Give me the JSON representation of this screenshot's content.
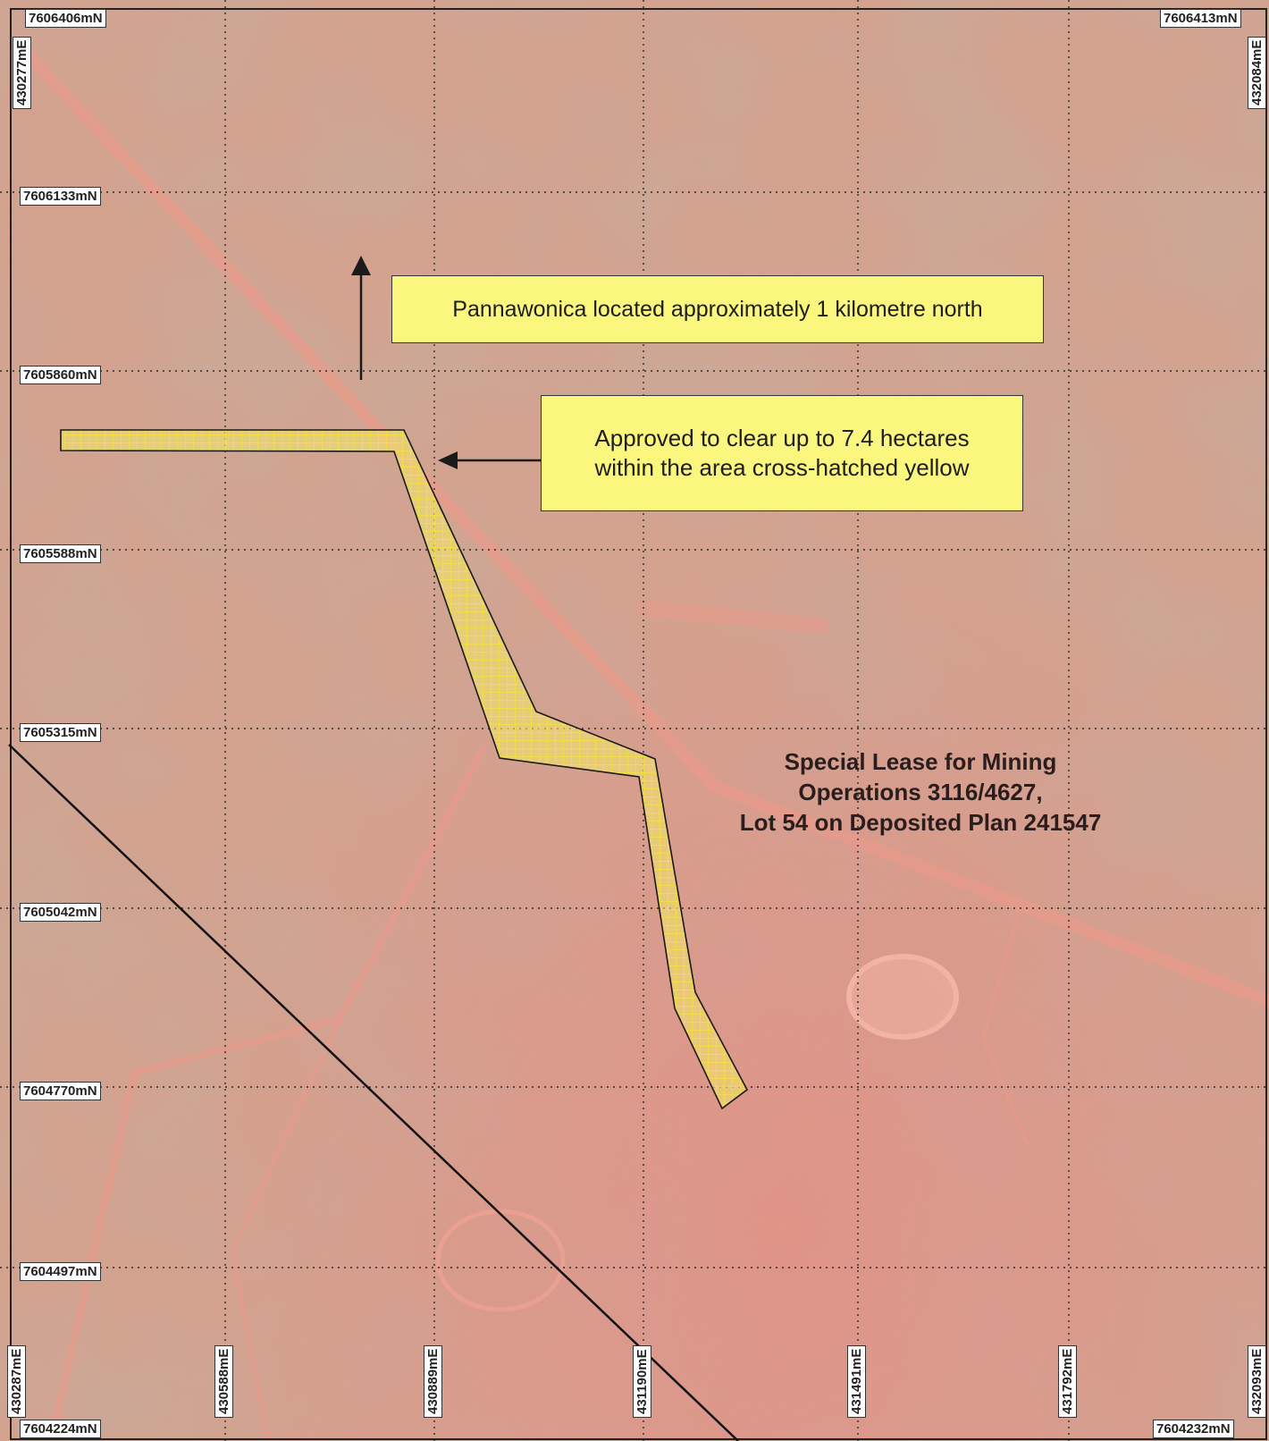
{
  "map": {
    "northing_labels": {
      "top_left": "7606406mN",
      "top_right": "7606413mN",
      "bottom_left": "7604224mN",
      "bottom_right": "7604232mN",
      "left": [
        "7606133mN",
        "7605860mN",
        "7605588mN",
        "7605315mN",
        "7605042mN",
        "7604770mN",
        "7604497mN"
      ]
    },
    "easting_labels": {
      "top_left": "430277mE",
      "top_right": "432084mE",
      "bottom": [
        "430287mE",
        "430588mE",
        "430889mE",
        "431190mE",
        "431491mE",
        "431792mE",
        "432093mE"
      ]
    },
    "callouts": {
      "north": "Pannawonica located approximately 1 kilometre north",
      "clearing": "Approved to clear up to 7.4 hectares\nwithin the area cross-hatched yellow"
    },
    "lease_label": "Special Lease for Mining\nOperations 3116/4627,\nLot 54 on Deposited Plan 241547",
    "colors": {
      "terrain": "#d9a48f",
      "terrain_red": "#e2877a",
      "hatch_fill": "#f6ef6a",
      "callout_fill": "#fbf67e",
      "outline": "#1a1a1a"
    }
  }
}
